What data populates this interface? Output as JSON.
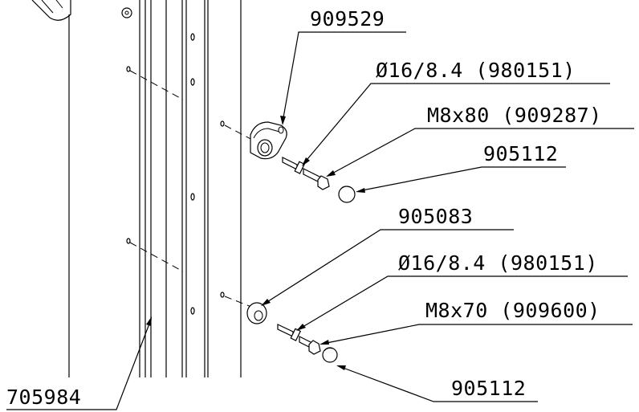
{
  "labels": {
    "bracket_part": "909529",
    "washer_top": "Ø16/8.4 (980151)",
    "bolt_top": "M8x80 (909287)",
    "cap_top": "905112",
    "spacer_bottom": "905083",
    "washer_bottom": "Ø16/8.4 (980151)",
    "bolt_bottom": "M8x70 (909600)",
    "cap_bottom": "905112",
    "profile": "705984"
  }
}
